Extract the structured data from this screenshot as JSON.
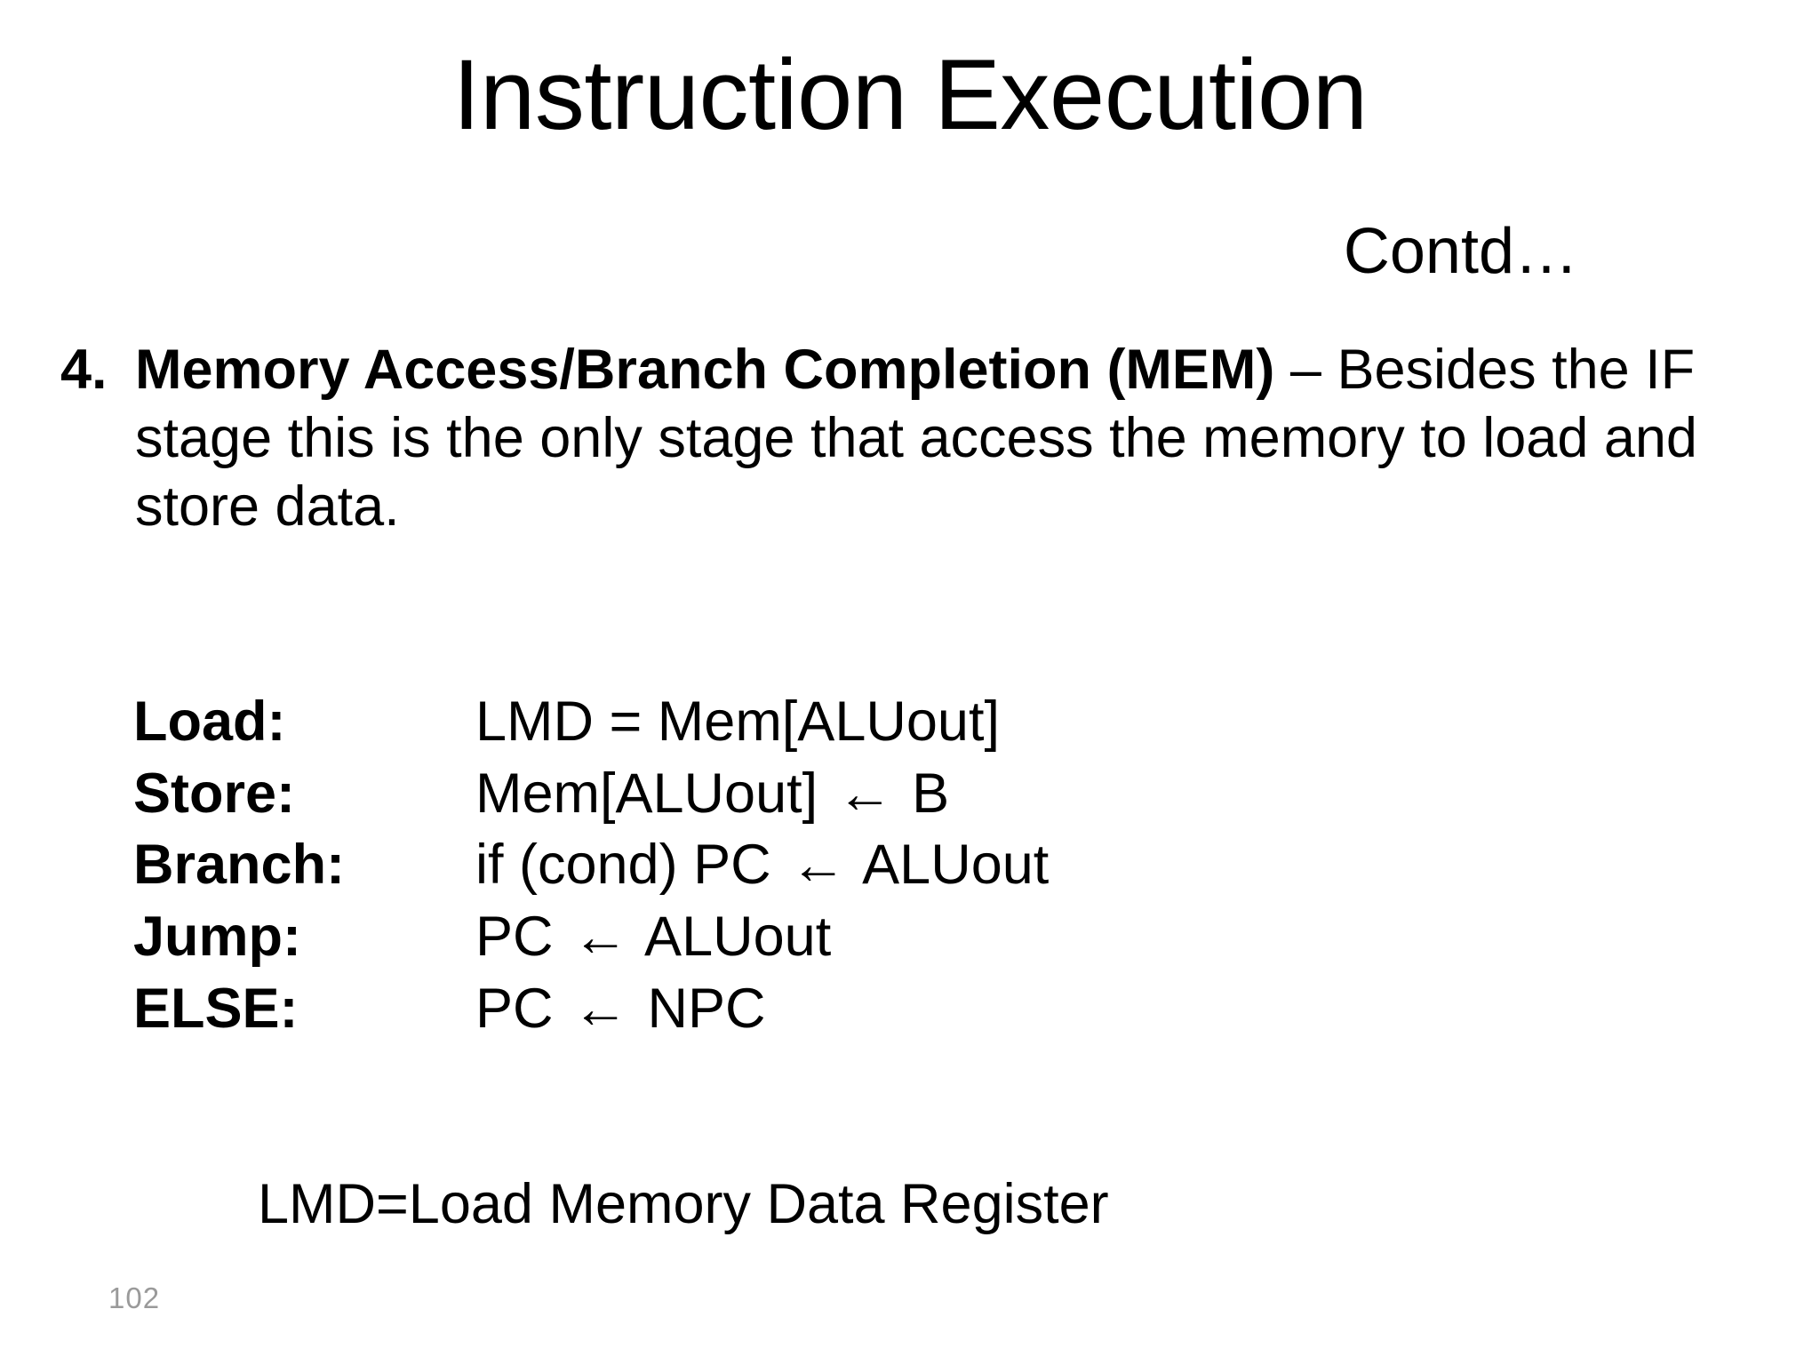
{
  "slide": {
    "title": "Instruction Execution",
    "continuation_label": "Contd…",
    "page_number": "102",
    "background_color": "#ffffff",
    "text_color": "#000000",
    "page_number_color": "#9a9a9a"
  },
  "body": {
    "item": {
      "marker": "4.",
      "lead_bold": "Memory Access/Branch Completion (MEM)",
      "rest": " – Besides the IF stage this is the only stage that access the memory to load and store data."
    }
  },
  "definitions": {
    "rows": [
      {
        "label": "Load:",
        "value_pre": "LMD = Mem[ALUout]",
        "arrow": "",
        "value_post": ""
      },
      {
        "label": "Store:",
        "value_pre": "Mem[ALUout] ",
        "arrow": "←",
        "value_post": " B"
      },
      {
        "label": "Branch:",
        "value_pre": "if (cond) PC ",
        "arrow": "←",
        "value_post": " ALUout"
      },
      {
        "label": "Jump:",
        "value_pre": "PC ",
        "arrow": "←",
        "value_post": " ALUout"
      },
      {
        "label": "ELSE:",
        "value_pre": "PC ",
        "arrow": "←",
        "value_post": " NPC"
      }
    ]
  },
  "caption": {
    "text": "LMD=Load Memory Data Register"
  }
}
